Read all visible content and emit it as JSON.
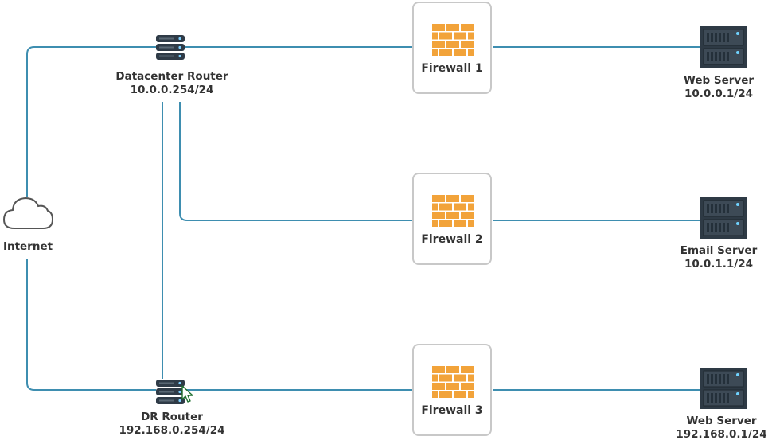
{
  "colors": {
    "link": "#3e8eb0",
    "firewall": "#f2a33a",
    "firewall_dark": "#d9822b",
    "server": "#2e3a45",
    "router": "#2f3b47",
    "node_border": "#c8c8c8"
  },
  "nodes": {
    "internet": {
      "icon": "cloud-icon",
      "label": "Internet"
    },
    "datacenter_router": {
      "icon": "router-icon",
      "name": "Datacenter Router",
      "ip": "10.0.0.254/24"
    },
    "dr_router": {
      "icon": "router-icon",
      "name": "DR Router",
      "ip": "192.168.0.254/24"
    },
    "firewall1": {
      "icon": "firewall-icon",
      "label": "Firewall 1"
    },
    "firewall2": {
      "icon": "firewall-icon",
      "label": "Firewall 2"
    },
    "firewall3": {
      "icon": "firewall-icon",
      "label": "Firewall 3"
    },
    "web_server1": {
      "icon": "server-icon",
      "name": "Web Server",
      "ip": "10.0.0.1/24"
    },
    "email_server": {
      "icon": "server-icon",
      "name": "Email Server",
      "ip": "10.0.1.1/24"
    },
    "web_server2": {
      "icon": "server-icon",
      "name": "Web Server",
      "ip": "192.168.0.1/24"
    }
  }
}
